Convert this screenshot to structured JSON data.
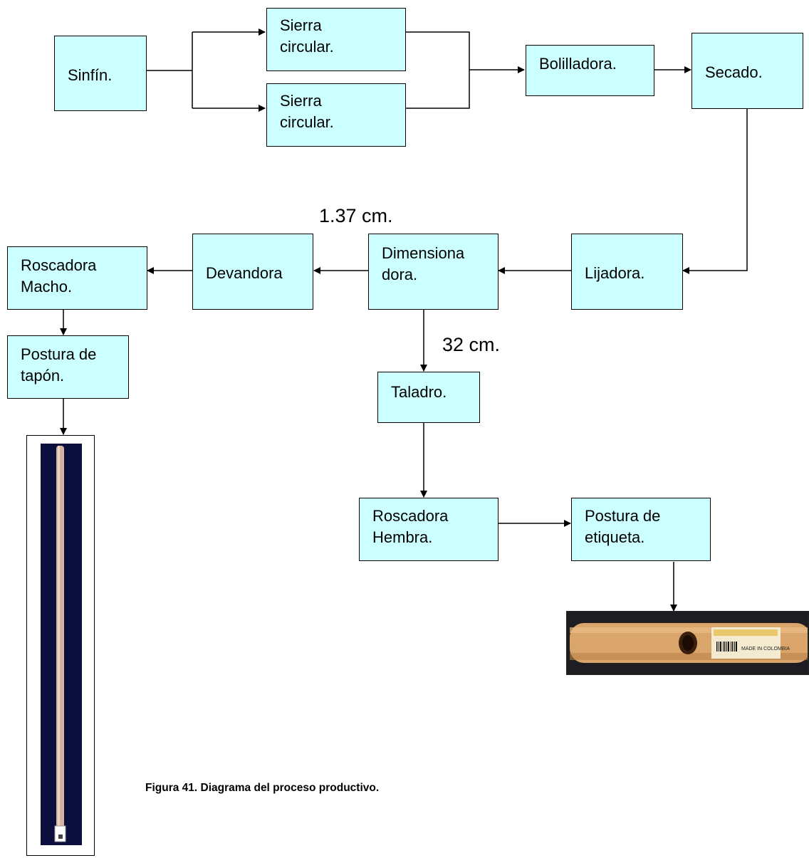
{
  "nodes": {
    "sinfin": "Sinfín.",
    "sierra1": "Sierra\ncircular.",
    "sierra2": "Sierra\ncircular.",
    "bolilladora": "Bolilladora.",
    "secado": "Secado.",
    "lijadora": "Lijadora.",
    "dimensionadora": "Dimensiona\ndora.",
    "devandora": "Devandora",
    "roscadora_macho": "Roscadora\nMacho.",
    "postura_tapon": "Postura de\ntapón.",
    "taladro": "Taladro.",
    "roscadora_hembra": "Roscadora\nHembra.",
    "postura_etiqueta": "Postura de\netiqueta."
  },
  "annotations": {
    "measure_1": "1.37 cm.",
    "measure_2": "32 cm."
  },
  "caption": "Figura 41. Diagrama del proceso productivo.",
  "product_label": {
    "made_in": "MADE IN COLOMBIA"
  },
  "colors": {
    "box_fill": "#ccffff",
    "line": "#000000",
    "photo_background": "#0a0f3d",
    "wood": "#d9a56a"
  }
}
